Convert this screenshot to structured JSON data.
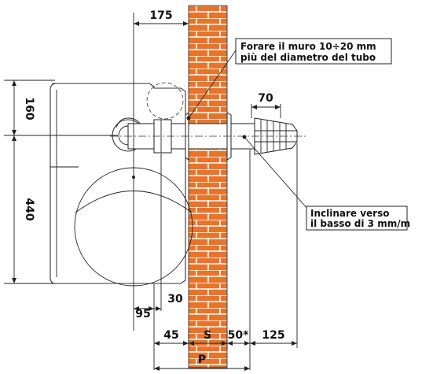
{
  "diagram": {
    "dimensions": {
      "top_offset": "175",
      "height_upper": "160",
      "height_lower": "440",
      "terminal_length": "70",
      "side_offset_95": "95",
      "side_offset_30": "30",
      "bottom_45": "45",
      "bottom_s": "S",
      "bottom_50": "50*",
      "bottom_125": "125",
      "total_p": "P"
    },
    "notes": {
      "drill_line1": "Forare il muro 10÷20 mm",
      "drill_line2": "più del diametro del tubo",
      "slope_line1": "Inclinare verso",
      "slope_line2": "il basso di 3 mm/m"
    },
    "colors": {
      "brick": "#E8742C",
      "mortar": "#ffffff",
      "line": "#222222"
    }
  }
}
